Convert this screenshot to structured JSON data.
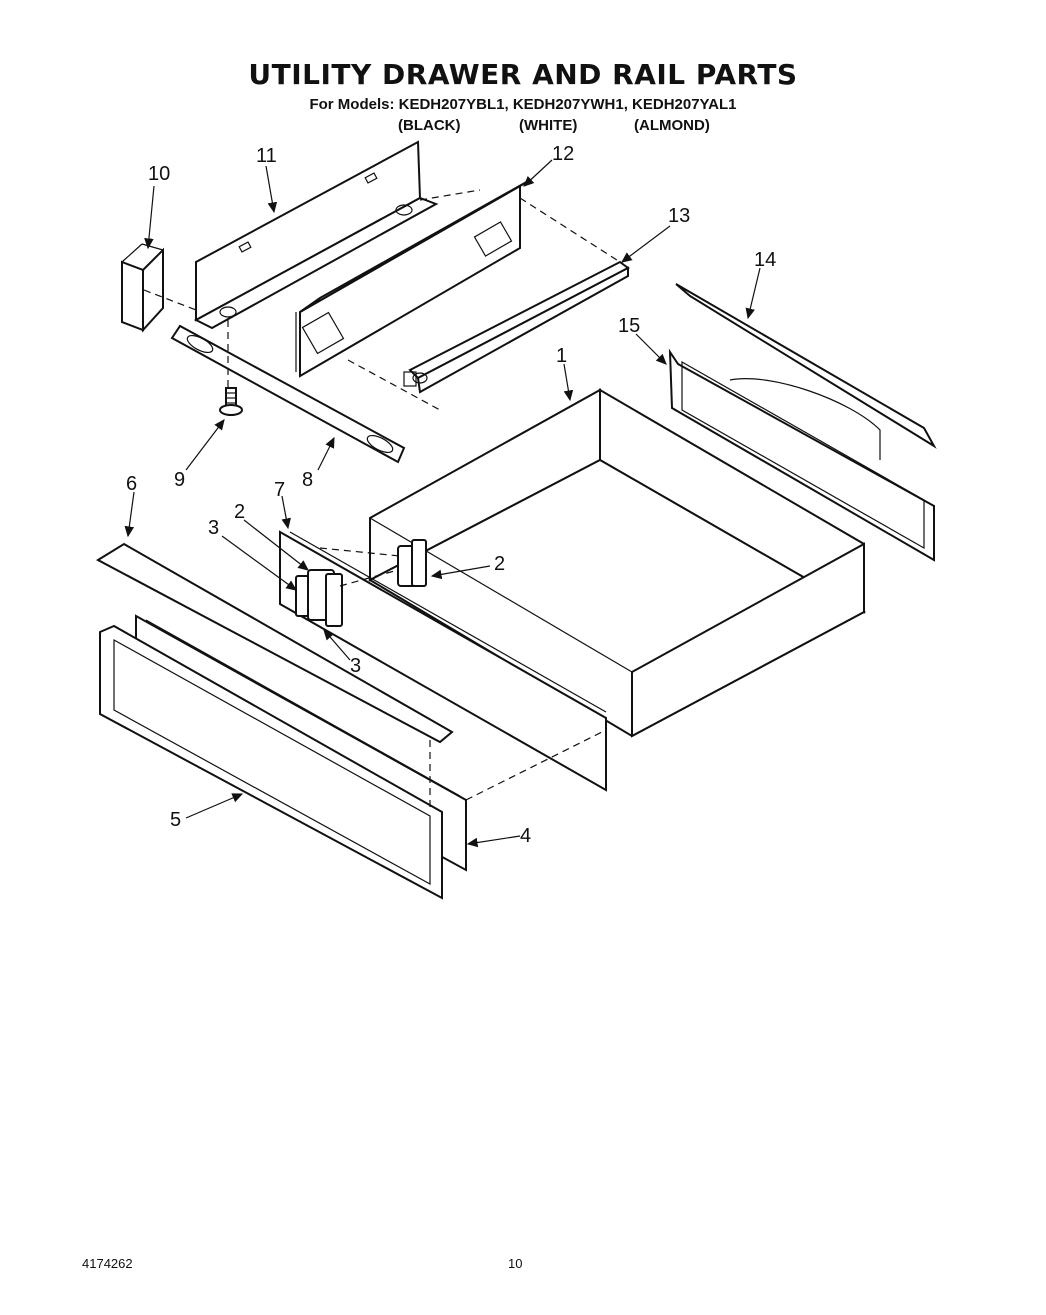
{
  "header": {
    "title": "UTILITY DRAWER AND RAIL PARTS",
    "models_line": "For Models: KEDH207YBL1, KEDH207YWH1, KEDH207YAL1",
    "colors": [
      "(BLACK)",
      "(WHITE)",
      "(ALMOND)"
    ]
  },
  "callouts": {
    "p1": "1",
    "p2a": "2",
    "p2b": "2",
    "p3a": "3",
    "p3b": "3",
    "p4": "4",
    "p5": "5",
    "p6": "6",
    "p7": "7",
    "p8": "8",
    "p9": "9",
    "p10": "10",
    "p11": "11",
    "p12": "12",
    "p13": "13",
    "p14": "14",
    "p15": "15"
  },
  "footer": {
    "doc_number": "4174262",
    "page_number": "10"
  }
}
